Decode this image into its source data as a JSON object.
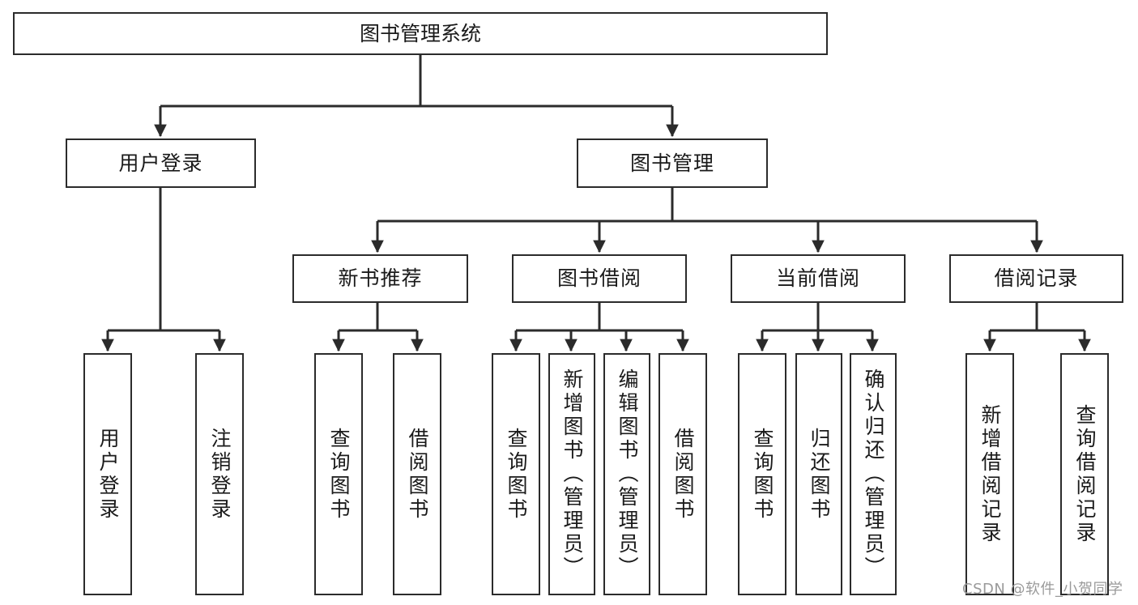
{
  "diagram": {
    "type": "tree-hierarchy-chart",
    "title": "图书管理系统",
    "levels": 4,
    "orientation": "top-down",
    "line_color": "#2b2b2b",
    "box_fill": "#ffffff",
    "text_color": "#1a1a1a"
  },
  "root": {
    "label": "图书管理系统"
  },
  "level2": [
    {
      "id": "user-login",
      "label": "用户登录"
    },
    {
      "id": "book-manage",
      "label": "图书管理"
    }
  ],
  "level3": [
    {
      "id": "new-book-rec",
      "label": "新书推荐"
    },
    {
      "id": "book-borrow",
      "label": "图书借阅"
    },
    {
      "id": "current-borrow",
      "label": "当前借阅"
    },
    {
      "id": "borrow-record",
      "label": "借阅记录"
    }
  ],
  "leaves": {
    "user_login": [
      {
        "id": "leaf-user-login",
        "label": "用户登录"
      },
      {
        "id": "leaf-logout",
        "label": "注销登录"
      }
    ],
    "new_book_rec": [
      {
        "id": "leaf-query-book-1",
        "label": "查询图书"
      },
      {
        "id": "leaf-borrow-book-1",
        "label": "借阅图书"
      }
    ],
    "book_borrow": [
      {
        "id": "leaf-query-book-2",
        "label": "查询图书"
      },
      {
        "id": "leaf-add-book",
        "label": "新增图书（管理员）"
      },
      {
        "id": "leaf-edit-book",
        "label": "编辑图书（管理员）"
      },
      {
        "id": "leaf-borrow-book-2",
        "label": "借阅图书"
      }
    ],
    "current_borrow": [
      {
        "id": "leaf-query-book-3",
        "label": "查询图书"
      },
      {
        "id": "leaf-return-book",
        "label": "归还图书"
      },
      {
        "id": "leaf-confirm-return",
        "label": "确认归还（管理员）"
      }
    ],
    "borrow_record": [
      {
        "id": "leaf-add-record",
        "label": "新增借阅记录"
      },
      {
        "id": "leaf-query-record",
        "label": "查询借阅记录"
      }
    ]
  },
  "watermark": {
    "text": "CSDN @软件_小贺同学"
  }
}
